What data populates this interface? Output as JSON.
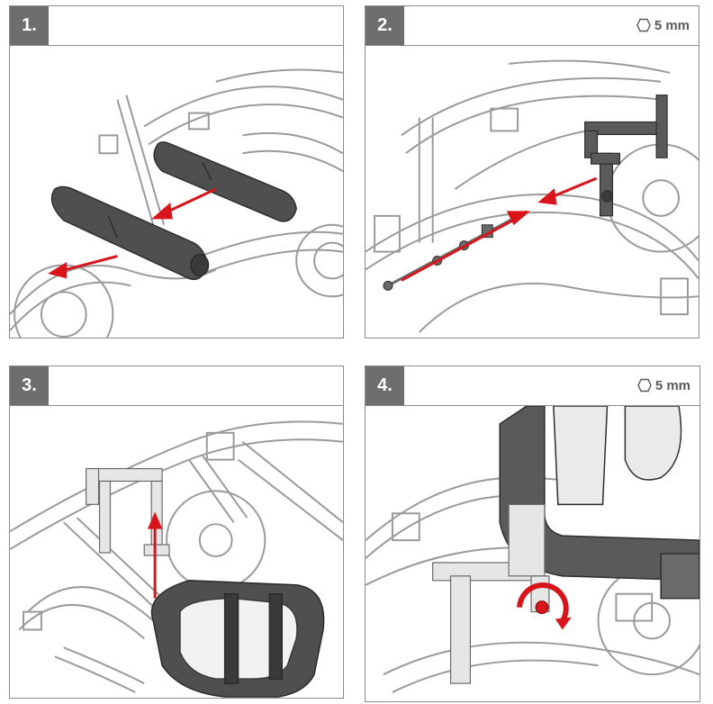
{
  "steps": [
    {
      "number": "1.",
      "tool": ""
    },
    {
      "number": "2.",
      "tool": "5 mm"
    },
    {
      "number": "3.",
      "tool": ""
    },
    {
      "number": "4.",
      "tool": "5 mm"
    }
  ],
  "tool_icon": "hex-key-icon",
  "colors": {
    "header_bg": "#6e6e6e",
    "arrow": "#d9141b",
    "frame_line": "#8c8c8c",
    "grip": "#4f4f4f"
  }
}
